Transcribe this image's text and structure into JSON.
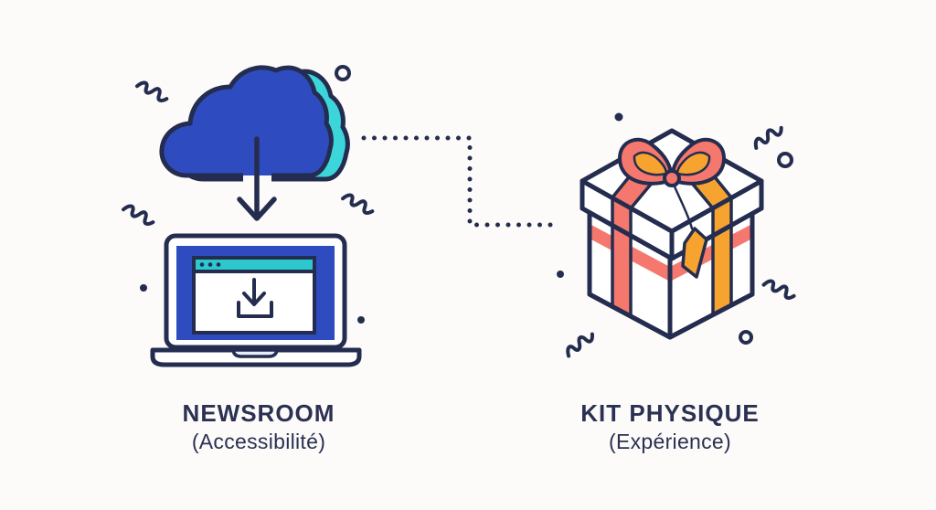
{
  "diagram": {
    "left": {
      "title": "NEWSROOM",
      "subtitle": "(Accessibilité)",
      "icon": "cloud-download-to-laptop"
    },
    "right": {
      "title": "KIT PHYSIQUE",
      "subtitle": "(Expérience)",
      "icon": "gift-box"
    },
    "connector": "dotted-line"
  },
  "colors": {
    "bg": "#fcfbf9",
    "ink": "#242d4f",
    "text": "#2a3152",
    "blue": "#2e4cc0",
    "cyan": "#3cd5d9",
    "teal": "#2cc8cd",
    "coral": "#f4786d",
    "orange": "#f6a330",
    "notch": "#e8ecf8"
  }
}
